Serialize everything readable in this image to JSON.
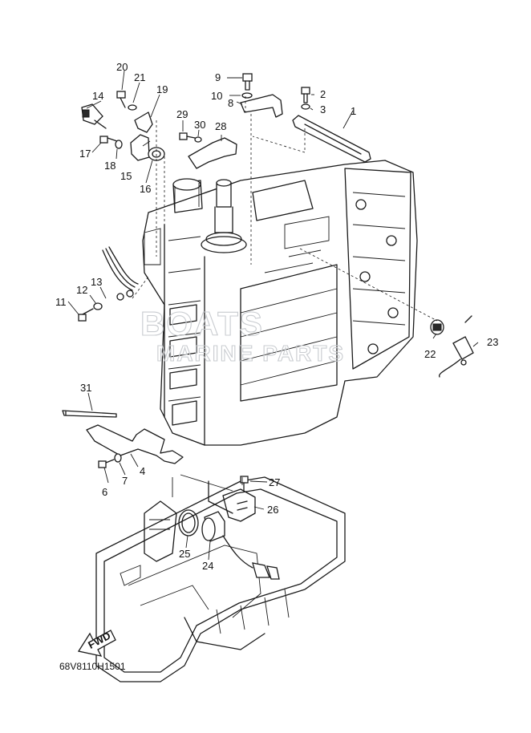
{
  "diagram_code": "68V8110H1501",
  "fwd_label": "FWD",
  "watermark": {
    "line1": "BOATS",
    "line2": "MARINE PARTS"
  },
  "callouts": [
    "1",
    "2",
    "3",
    "4",
    "6",
    "7",
    "8",
    "9",
    "10",
    "11",
    "12",
    "13",
    "14",
    "15",
    "16",
    "17",
    "18",
    "19",
    "20",
    "21",
    "22",
    "23",
    "24",
    "25",
    "26",
    "27",
    "28",
    "29",
    "30",
    "31"
  ]
}
